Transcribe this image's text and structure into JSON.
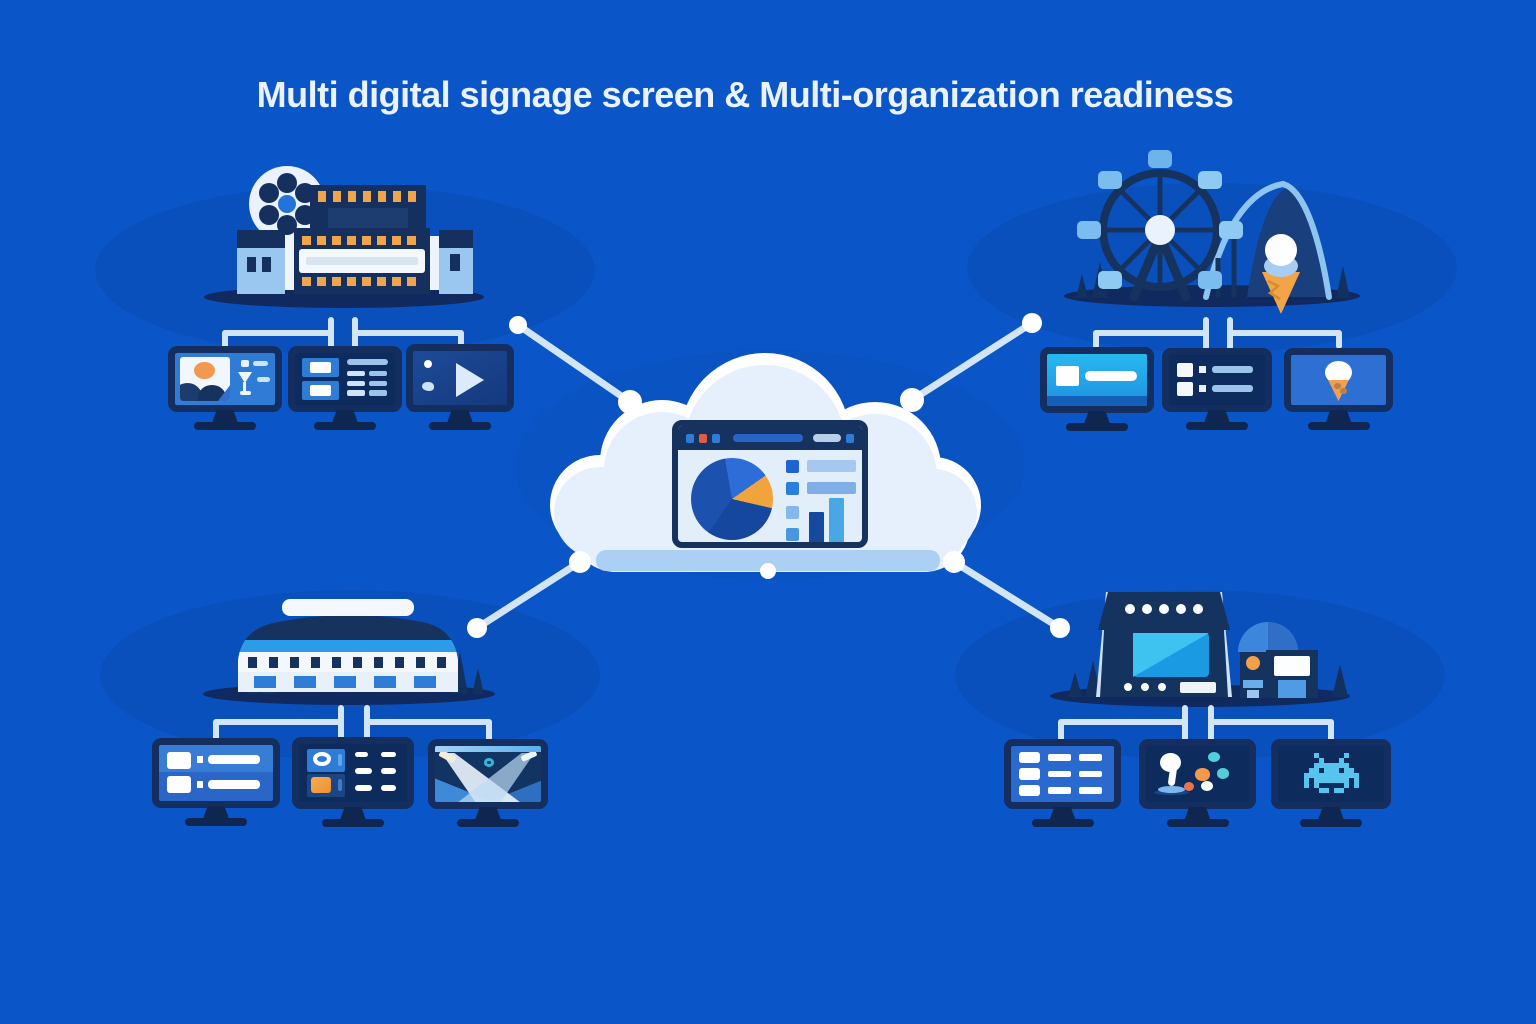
{
  "title": "Multi digital signage screen & Multi-organization readiness",
  "palette": {
    "background": "#0a56c8",
    "navy": "#142f5f",
    "blue": "#2e7cd6",
    "bright_blue": "#2196e8",
    "light_blue": "#8ec4f0",
    "pale_line": "#d2e5f7",
    "cyan": "#2cb3ea",
    "orange": "#f2a43c",
    "red": "#e05c44",
    "cloud": "#e9f2fd",
    "white": "#ffffff"
  },
  "hub": {
    "name": "cloud-signage-dashboard",
    "icons": [
      "cloud-icon",
      "browser-window-icon",
      "pie-chart-icon",
      "checklist-icon",
      "bar-chart-icon"
    ],
    "titlebar_icons": [
      "blue-square-icon",
      "red-square-icon",
      "blue-square-icon",
      "address-bar",
      "tab-bar",
      "menu-square-icon"
    ],
    "pie_segments": [
      {
        "color": "#2e6cd8",
        "from_deg": 350,
        "to_deg": 55
      },
      {
        "color": "#f2a43c",
        "from_deg": 55,
        "to_deg": 103
      },
      {
        "color": "#15479f",
        "from_deg": 103,
        "to_deg": 215
      },
      {
        "color": "#1c52ad",
        "from_deg": 215,
        "to_deg": 350
      }
    ],
    "checklist_colors": [
      "#1e63d0",
      "#2a7fdd",
      "#85b9ed",
      "#4a97dd"
    ],
    "bar_chart_colors": [
      "#164a9f",
      "#49a7e6"
    ]
  },
  "organizations": [
    {
      "id": "cinema",
      "position": "top-left",
      "building_icons": [
        "film-reel-icon",
        "marquee-icon",
        "ticket-lights-icon"
      ],
      "screens": [
        "profile-promo",
        "menu-board",
        "video-player"
      ]
    },
    {
      "id": "amusement-park",
      "position": "top-right",
      "building_icons": [
        "ferris-wheel-icon",
        "roller-coaster-icon",
        "ice-cream-icon"
      ],
      "screens": [
        "hero-banner",
        "schedule-list",
        "ice-cream-ad"
      ]
    },
    {
      "id": "stadium",
      "position": "bottom-left",
      "building_icons": [
        "arena-icon",
        "tree-icon"
      ],
      "screens": [
        "menu-list",
        "media-grid",
        "stage-lights"
      ]
    },
    {
      "id": "arcade",
      "position": "bottom-right",
      "building_icons": [
        "arcade-cabinet-icon",
        "dome-kiosk-icon",
        "tree-icon"
      ],
      "screens": [
        "info-table",
        "joystick",
        "space-invader"
      ]
    }
  ]
}
